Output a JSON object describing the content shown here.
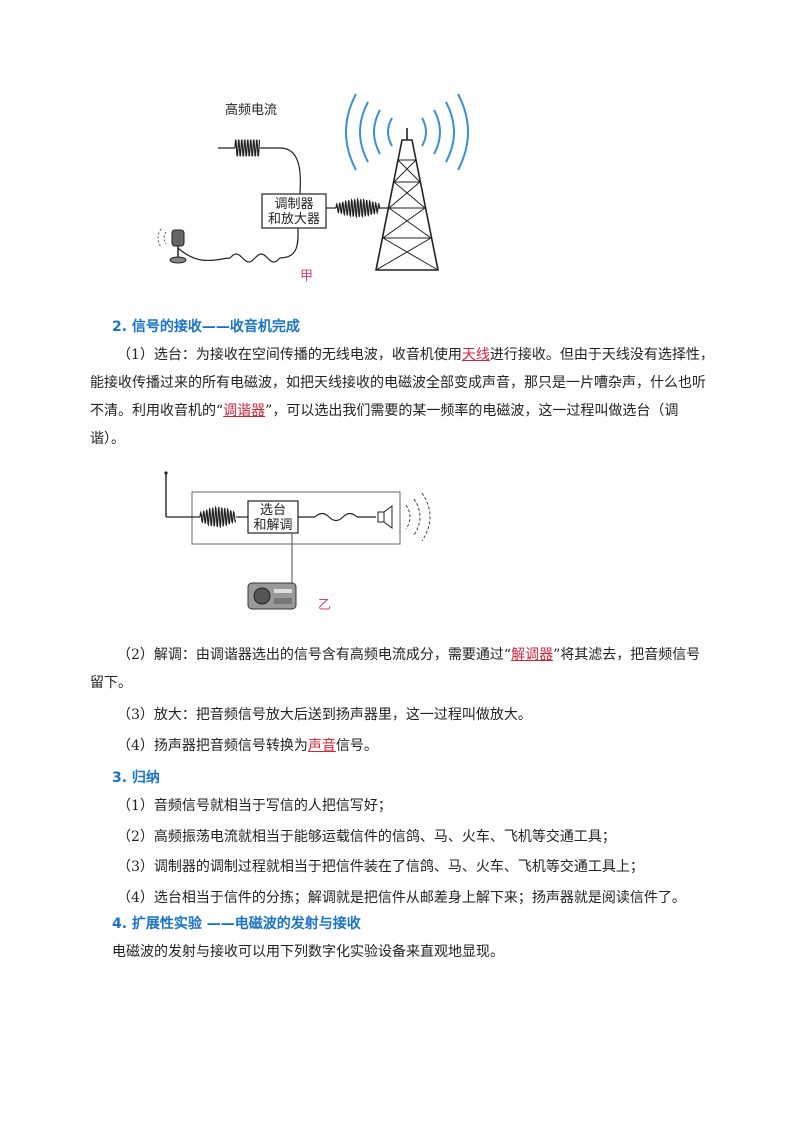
{
  "figure_jia": {
    "label_current": "高频电流",
    "box_line1": "调制器",
    "box_line2": "和放大器",
    "caption": "甲"
  },
  "section2": {
    "heading": "2. 信号的接收——收音机完成",
    "p1": {
      "line1_a": "（1）选台：为接收在空间传播的无线电波，收音机使用",
      "line1_ans": "天线",
      "line1_b": "进行接收。但由于天线没有选择性，",
      "line2": "能接收传播过来的所有电磁波，如把天线接收的电磁波全部变成声音，那只是一片嘈杂声，什么也听",
      "line3_a": "不清。利用收音机的“",
      "line3_ans": "调谐器",
      "line3_b": "”，可以选出我们需要的某一频率的电磁波，这一过程叫做选台（调",
      "line4": "谐）。"
    }
  },
  "figure_yi": {
    "box_line1": "选台",
    "box_line2": "和解调",
    "caption": "乙"
  },
  "section2_cont": {
    "p2_line1_a": "（2）解调：由调谐器选出的信号含有高频电流成分，需要通过“",
    "p2_line1_ans": "解调器",
    "p2_line1_b": "”将其滤去，把音频信号",
    "p2_line2": "留下。",
    "p3": "（3）放大：把音频信号放大后送到扬声器里，这一过程叫做放大。",
    "p4_a": "（4）扬声器把音频信号转换为",
    "p4_ans": "声音",
    "p4_b": "信号。"
  },
  "section3": {
    "heading": "3. 归纳",
    "items": [
      "（1）音频信号就相当于写信的人把信写好；",
      "（2）高频振荡电流就相当于能够运载信件的信鸽、马、火车、飞机等交通工具；",
      "（3）调制器的调制过程就相当于把信件装在了信鸽、马、火车、飞机等交通工具上；",
      "（4）选台相当于信件的分拣；解调就是把信件从邮差身上解下来；扬声器就是阅读信件了。"
    ]
  },
  "section4": {
    "heading": "4. 扩展性实验 ——电磁波的发射与接收",
    "text": "电磁波的发射与接收可以用下列数字化实验设备来直观地显现。"
  },
  "colors": {
    "heading": "#1a73c8",
    "answer": "#d0263a",
    "caption": "#d04080",
    "waves": "#3a8fd8"
  }
}
